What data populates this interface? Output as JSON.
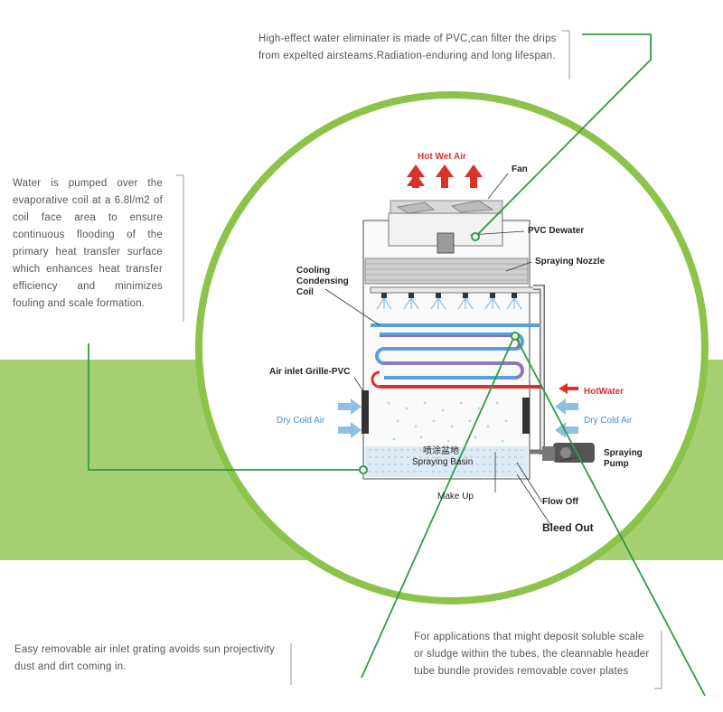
{
  "callouts": {
    "top": "High-effect water eliminater is made of PVC,can filter the drips from expelted airsteams.Radiation-enduring and long lifespan.",
    "left": "Water is pumped over the evaporative coil at a 6.8l/m2 of coil face area to ensure continuous flooding of the primary heat transfer surface which enhances heat transfer efficiency and minimizes fouling and scale formation.",
    "bottom_left": "Easy removable air inlet grating avoids sun projectivity dust and dirt coming in.",
    "bottom_right": "For applications that might deposit soluble scale or sludge within the tubes, the cleannable header tube bundle provides removable cover plates"
  },
  "labels": {
    "hot_wet_air": "Hot Wet Air",
    "fan": "Fan",
    "pvc_dewater": "PVC Dewater",
    "spraying_nozzle": "Spraying Nozzle",
    "cooling_condensing_coil_1": "Cooling",
    "cooling_condensing_coil_2": "Condensing",
    "cooling_condensing_coil_3": "Coil",
    "air_inlet_grille": "Air inlet Grille-PVC",
    "hot_water": "HotWater",
    "dry_cold_air_left": "Dry Cold Air",
    "dry_cold_air_right": "Dry Cold Air",
    "spraying_basin_cn": "喷涂盆地",
    "spraying_basin": "Spraying Basin",
    "spraying_pump_1": "Spraying",
    "spraying_pump_2": "Pump",
    "make_up": "Make Up",
    "flow_off": "Flow Off",
    "bleed_out": "Bleed Out"
  },
  "colors": {
    "green": "#8cc34a",
    "green_dark": "#3aa34a",
    "red": "#d8322a",
    "blue": "#5aa0d8",
    "purple": "#8a6bb8"
  }
}
